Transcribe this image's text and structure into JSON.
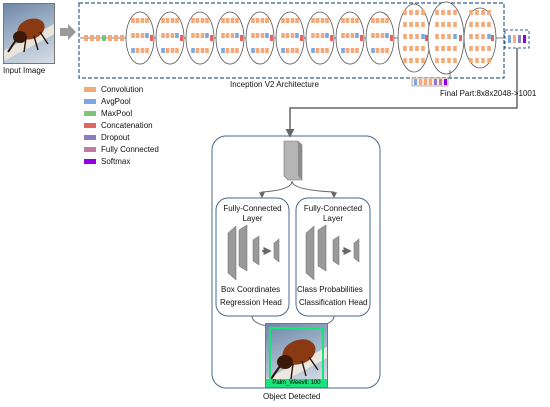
{
  "input_image": {
    "label": "Input Image"
  },
  "inception": {
    "label": "Inception V2 Architecture"
  },
  "final_part": {
    "label": "Final Part:8x8x2048->1001"
  },
  "legend": {
    "items": [
      {
        "label": "Convolution",
        "color": "#f4a97a"
      },
      {
        "label": "AvgPool",
        "color": "#7ea6e0"
      },
      {
        "label": "MaxPool",
        "color": "#7cc47a"
      },
      {
        "label": "Concatenation",
        "color": "#e06666"
      },
      {
        "label": "Dropout",
        "color": "#8e7cc3"
      },
      {
        "label": "Fully Connected",
        "color": "#c27ba0"
      },
      {
        "label": "Softmax",
        "color": "#8e00e6"
      }
    ]
  },
  "heads": {
    "left": {
      "title": "Fully-Connected Layer",
      "caption": "Box Coordinates",
      "subcaption": "Regression Head"
    },
    "right": {
      "title": "Fully-Connected Layer",
      "caption": "Class Probabilities",
      "subcaption": "Classification Head"
    }
  },
  "detection": {
    "box_label": "Palm_Weevil: 100",
    "caption": "Object Detected"
  }
}
